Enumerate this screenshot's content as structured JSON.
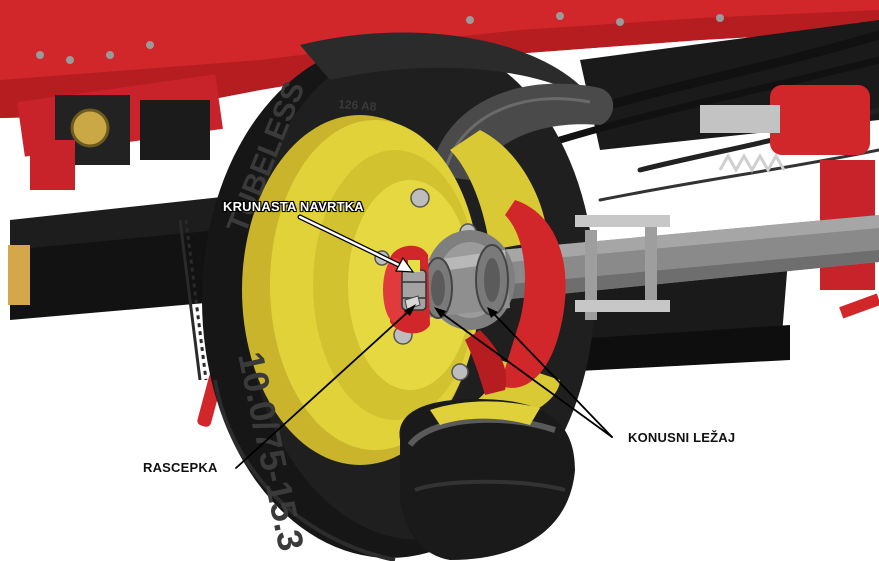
{
  "labels": {
    "krunasta_navrtka": "KRUNASTA NAVRTKA",
    "konusni_lezaj": "KONUSNI LEŽAJ",
    "rascepka": "RASCEPKA"
  },
  "tire_text": {
    "brand_text": "TUBELESS",
    "size_text": "10.0/75-15.3",
    "load_text": "126 A8"
  },
  "colors": {
    "frame_red": "#d2272a",
    "rim_yellow": "#e2d23a",
    "tire_black": "#161616",
    "axle_gray": "#8a8a8a",
    "background": "#ffffff"
  }
}
